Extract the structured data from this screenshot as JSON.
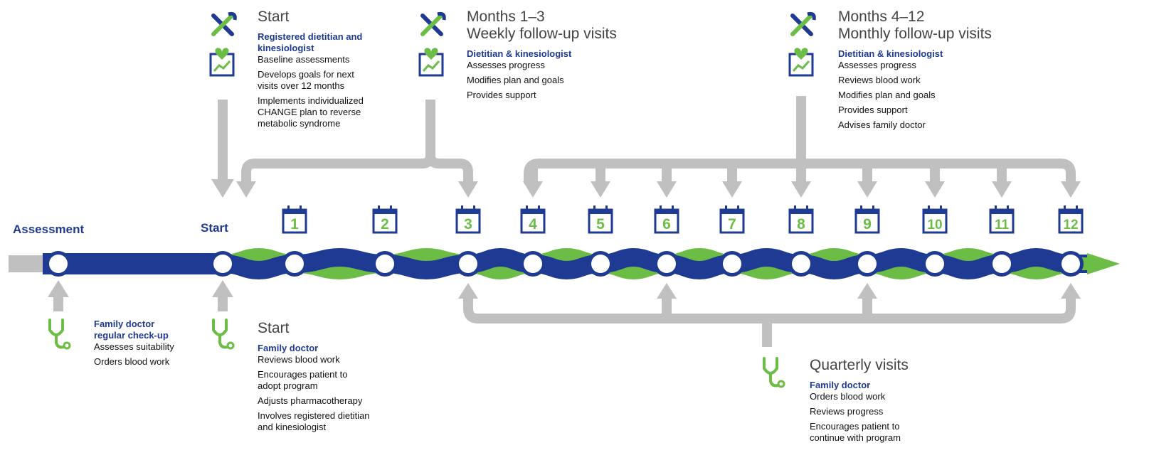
{
  "colors": {
    "blue": "#1f3a93",
    "green": "#6cbd45",
    "gray": "#c0c0c0"
  },
  "timeline": {
    "assessment_label": "Assessment",
    "start_label": "Start",
    "months": [
      "1",
      "2",
      "3",
      "4",
      "5",
      "6",
      "7",
      "8",
      "9",
      "10",
      "11",
      "12"
    ]
  },
  "top_start": {
    "title": "Start",
    "role": "Registered dietitian and kinesiologist",
    "items": [
      "Baseline assessments",
      "Develops goals for next visits over 12 months",
      "Implements individualized CHANGE plan to reverse metabolic syndrome"
    ]
  },
  "months_1_3": {
    "title1": "Months 1–3",
    "title2": "Weekly follow-up visits",
    "role": "Dietitian & kinesiologist",
    "items": [
      "Assesses progress",
      "Modifies plan and goals",
      "Provides support"
    ]
  },
  "months_4_12": {
    "title1": "Months 4–12",
    "title2": "Monthly follow-up visits",
    "role": "Dietitian & kinesiologist",
    "items": [
      "Assesses progress",
      "Reviews blood work",
      "Modifies plan and goals",
      "Provides support",
      "Advises family doctor"
    ]
  },
  "family_checkup": {
    "role1": "Family doctor",
    "role2": "regular check-up",
    "items": [
      "Assesses suitability",
      "Orders blood work"
    ]
  },
  "bottom_start": {
    "title": "Start",
    "role": "Family doctor",
    "items": [
      "Reviews blood work",
      "Encourages patient to adopt program",
      "Adjusts pharmacotherapy",
      "Involves registered dietitian and kinesiologist"
    ]
  },
  "quarterly": {
    "title": "Quarterly visits",
    "role": "Family doctor",
    "items": [
      "Orders blood work",
      "Reviews progress",
      "Encourages patient to continue with program"
    ]
  }
}
